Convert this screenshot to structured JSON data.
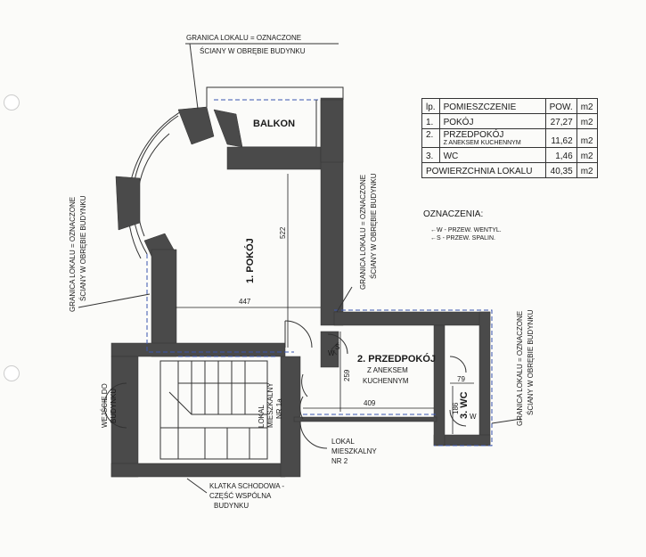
{
  "labels": {
    "boundary_top": [
      "GRANICA LOKALU = OZNACZONE",
      "ŚCIANY W OBRĘBIE BUDYNKU"
    ],
    "boundary_left": [
      "GRANICA LOKALU = OZNACZONE",
      "ŚCIANY W OBRĘBIE BUDYNKU"
    ],
    "boundary_mid": [
      "GRANICA LOKALU = OZNACZONE",
      "ŚCIANY W OBRĘBIE BUDYNKU"
    ],
    "boundary_right": [
      "GRANICA LOKALU = OZNACZONE",
      "ŚCIANY W OBRĘBIE BUDYNKU"
    ],
    "balkon": "BALKON",
    "room1": "1. POKÓJ",
    "room2": "2. PRZEDPOKÓJ",
    "room2_sub": [
      "Z ANEKSEM",
      "KUCHENNYM"
    ],
    "wc": "3. WC",
    "lokal_1a": [
      "LOKAL",
      "MIESZKALNY",
      "NR 1a"
    ],
    "lokal_2": [
      "LOKAL",
      "MIESZKALNY",
      "NR 2"
    ],
    "wejscie": [
      "WEJŚCIE DO",
      "BUDYNKU"
    ],
    "klatka": [
      "KLATKA SCHODOWA -",
      "CZĘŚĆ WSPÓLNA",
      "BUDYNKU"
    ],
    "vent_w": "W",
    "vent_s": "S"
  },
  "dimensions": {
    "d522": "522",
    "d447": "447",
    "d259": "259",
    "d409": "409",
    "d79": "79",
    "d186": "186"
  },
  "table": {
    "headers": [
      "lp.",
      "POMIESZCZENIE",
      "POW.",
      "m2"
    ],
    "rows": [
      {
        "lp": "1.",
        "name": "POKÓJ",
        "sub": "",
        "area": "27,27",
        "unit": "m2"
      },
      {
        "lp": "2.",
        "name": "PRZEDPOKÓJ",
        "sub": "Z ANEKSEM KUCHENNYM",
        "area": "11,62",
        "unit": "m2"
      },
      {
        "lp": "3.",
        "name": "WC",
        "sub": "",
        "area": "1,46",
        "unit": "m2"
      }
    ],
    "total_label": "POWIERZCHNIA LOKALU",
    "total_area": "40,35",
    "total_unit": "m2"
  },
  "legend": {
    "title": "OZNACZENIA:",
    "items": [
      "W - PRZEW. WENTYL.",
      "S - PRZEW. SPALIN."
    ]
  },
  "colors": {
    "wall": "#4a4a4a",
    "boundary": "#3a55b0"
  }
}
